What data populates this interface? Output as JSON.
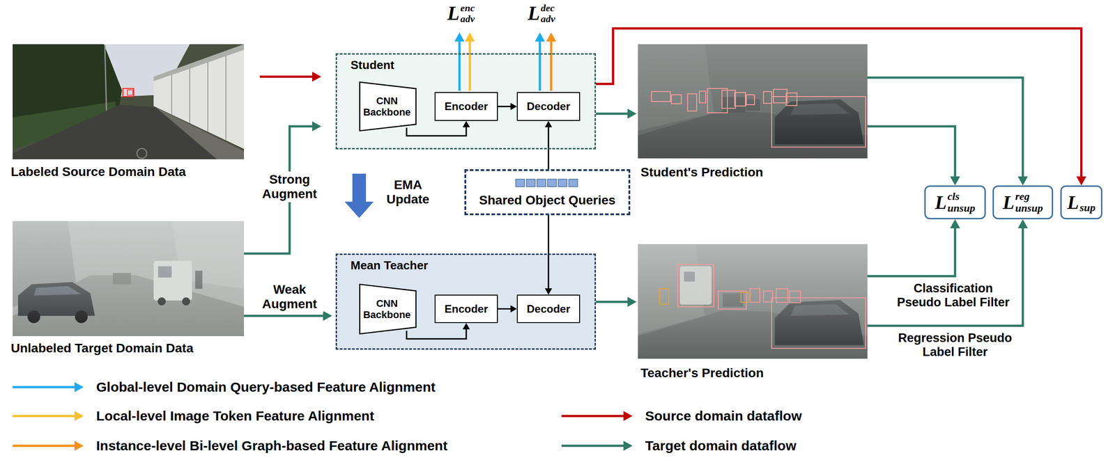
{
  "diagram": {
    "nodes": [
      {
        "text": [
          "Labeled Source Domain Data"
        ]
      },
      {
        "text": [
          "Student"
        ]
      },
      {
        "text": [
          "CNN Backbone"
        ],
        "in": 1
      },
      {
        "text": [
          "Encoder"
        ],
        "in": 1
      },
      {
        "text": [
          "Decoder"
        ],
        "in": 1
      },
      {
        "text": [
          "Student's Prediction"
        ]
      },
      {
        "text": [
          "Shared Object Queries"
        ]
      },
      {
        "text": [
          "Unlabeled Target Domain Data"
        ]
      },
      {
        "text": [
          "Mean Teacher"
        ]
      },
      {
        "text": [
          "CNN Backbone"
        ],
        "in": 8
      },
      {
        "text": [
          "Encoder"
        ],
        "in": 8
      },
      {
        "text": [
          "Decoder"
        ],
        "in": 8
      },
      {
        "text": [
          "Teacher's Prediction"
        ]
      },
      {
        "text": [
          "L",
          "cls",
          "unsup"
        ]
      },
      {
        "text": [
          "L",
          "reg",
          "unsup"
        ]
      },
      {
        "text": [
          "L",
          "sup"
        ]
      }
    ],
    "edges": [
      {
        "from": 0,
        "to": 1,
        "arrow": "to"
      },
      {
        "from": 7,
        "to": 1,
        "label": "Strong Augment",
        "arrow": "to"
      },
      {
        "from": 7,
        "to": 8,
        "label": "Weak Augment",
        "arrow": "to"
      },
      {
        "from": 2,
        "to": 3,
        "arrow": "to"
      },
      {
        "from": 3,
        "to": 4,
        "arrow": "to"
      },
      {
        "from": 9,
        "to": 10,
        "arrow": "to"
      },
      {
        "from": 10,
        "to": 11,
        "arrow": "to"
      },
      {
        "from": 1,
        "to": 8,
        "label": "EMA Update",
        "arrow": "to"
      },
      {
        "from": 6,
        "to": 4,
        "arrow": "to"
      },
      {
        "from": 6,
        "to": 11,
        "arrow": "to"
      },
      {
        "from": 1,
        "to": 5,
        "arrow": "to"
      },
      {
        "from": 8,
        "to": 12,
        "arrow": "to"
      },
      {
        "from": 1,
        "to": 15,
        "arrow": "to"
      },
      {
        "from": 5,
        "to": 13,
        "arrow": "to"
      },
      {
        "from": 5,
        "to": 14,
        "arrow": "to"
      },
      {
        "from": 12,
        "to": 13,
        "label": "Classification Pseudo Label Filter",
        "arrow": "to"
      },
      {
        "from": 12,
        "to": 14,
        "label": "Regression Pseudo Label Filter",
        "arrow": "to"
      }
    ],
    "labels": [
      "L",
      "enc",
      "adv",
      "L",
      "dec",
      "adv"
    ],
    "legend": [
      {
        "text": "Global-level Domain Query-based Feature Alignment"
      },
      {
        "text": "Local-level Image Token Feature Alignment"
      },
      {
        "text": "Instance-level Bi-level Graph-based Feature Alignment"
      },
      {
        "text": "Source domain dataflow"
      },
      {
        "text": "Target domain dataflow"
      }
    ]
  }
}
